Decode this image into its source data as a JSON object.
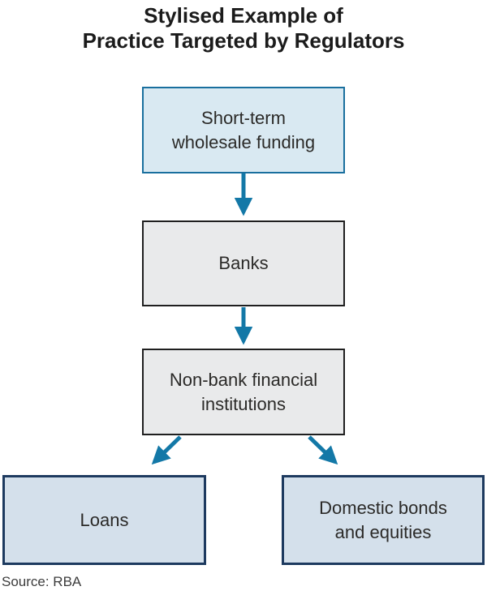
{
  "title": {
    "line1": "Stylised Example of",
    "line2": "Practice Targeted by Regulators"
  },
  "nodes": {
    "funding": {
      "label": "Short-term wholesale funding",
      "lines": [
        "Short-term",
        "wholesale funding"
      ]
    },
    "banks": {
      "label": "Banks",
      "lines": [
        "Banks"
      ]
    },
    "nonbank": {
      "label": "Non-bank financial institutions",
      "lines": [
        "Non-bank financial",
        "institutions"
      ]
    },
    "loans": {
      "label": "Loans",
      "lines": [
        "Loans"
      ]
    },
    "bonds": {
      "label": "Domestic bonds and equities",
      "lines": [
        "Domestic bonds",
        "and equities"
      ]
    }
  },
  "flows": [
    {
      "from": "Short-term wholesale funding",
      "to": "Banks"
    },
    {
      "from": "Banks",
      "to": "Non-bank financial institutions"
    },
    {
      "from": "Non-bank financial institutions",
      "to": "Loans"
    },
    {
      "from": "Non-bank financial institutions",
      "to": "Domestic bonds and equities"
    }
  ],
  "source": {
    "label": "Source: RBA"
  },
  "colors": {
    "arrow_teal": "#1378a7",
    "funding_fill": "#d9e9f2",
    "funding_border": "#196f9e",
    "grey_fill": "#e9eaeb",
    "grey_border": "#1f1f1f",
    "blue_fill": "#d4e0eb",
    "navy_border": "#1d3a5f",
    "title_text": "#1b1b1b",
    "node_text": "#2b2a28",
    "source_text": "#3c3c3c"
  }
}
